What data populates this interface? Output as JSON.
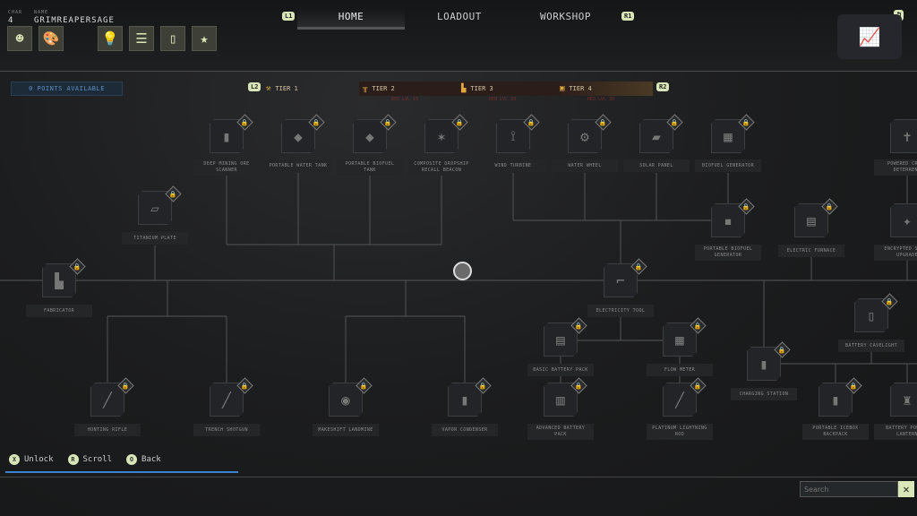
{
  "header": {
    "char_label": "CHAR",
    "char_value": "4",
    "name_label": "NAME",
    "name_value": "GRIMREAPERSAGE",
    "icons": [
      "head-icon",
      "palette-icon",
      "lightbulb-gear-icon",
      "tree-icon",
      "tablet-icon",
      "award-icon"
    ],
    "nav": {
      "l1": "L1",
      "r1": "R1",
      "tabs": [
        "HOME",
        "LOADOUT",
        "WORKSHOP"
      ],
      "active": "HOME"
    }
  },
  "points": "0 POINTS AVAILABLE",
  "tiers": {
    "l2": "L2",
    "r2": "R2",
    "items": [
      {
        "label": "TIER 1",
        "req": ""
      },
      {
        "label": "TIER 2",
        "req": "REQ LVL 15"
      },
      {
        "label": "TIER 3",
        "req": "REQ LVL 20"
      },
      {
        "label": "TIER 4",
        "req": "REQ LVL 30"
      }
    ]
  },
  "nodes": [
    "DEEP MINING ORE SCANNER",
    "PORTABLE WATER TANK",
    "PORTABLE BIOFUEL TANK",
    "COMPOSITE DROPSHIP RECALL BEACON",
    "WIND TURBINE",
    "WATER WHEEL",
    "SOLAR PANEL",
    "BIOFUEL GENERATOR",
    "POWERED CR... DETERRENT",
    "TITANIUM PLATE",
    "PORTABLE BIOFUEL GENERATOR",
    "ELECTRIC FURNACE",
    "ENCRYPTED SA... UPGRADE",
    "FABRICATOR",
    "ELECTRICITY TOOL",
    "BATTERY CAVELIGHT",
    "BASIC BATTERY PACK",
    "FLOW METER",
    "CHARGING STATION",
    "HUNTING RIFLE",
    "TRENCH SHOTGUN",
    "MAKESHIFT LANDMINE",
    "VAPOR CONDENSER",
    "ADVANCED BATTERY PACK",
    "PLATINUM LIGHTNING ROD",
    "PORTABLE ICEBOX BACKPACK",
    "BATTERY POW... LANTERN"
  ],
  "footer": {
    "unlock": "Unlock",
    "scroll": "Scroll",
    "back": "Back",
    "x": "X",
    "r": "R",
    "o": "O"
  },
  "search": {
    "placeholder": "Search",
    "close": "✕"
  }
}
